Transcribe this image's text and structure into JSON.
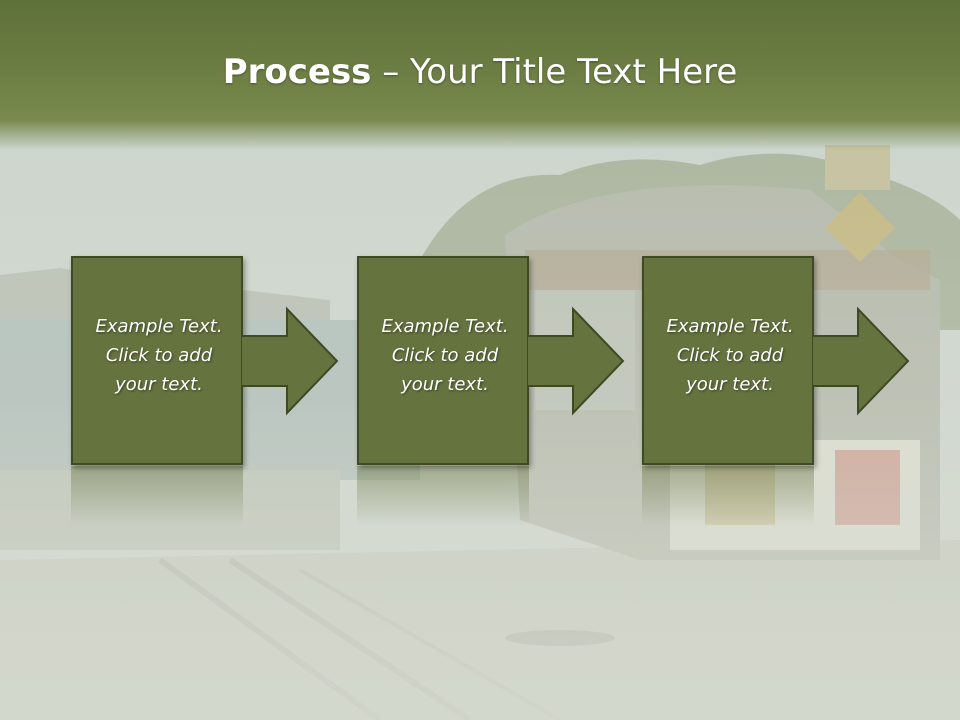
{
  "slide": {
    "title_bold": "Process",
    "title_rest": " – Your Title Text Here"
  },
  "steps": [
    {
      "line1": "Example Text.",
      "line2": "Click  to add",
      "line3": "your text."
    },
    {
      "line1": "Example Text.",
      "line2": "Click  to add",
      "line3": "your text."
    },
    {
      "line1": "Example Text.",
      "line2": "Click  to add",
      "line3": "your text."
    }
  ],
  "colors": {
    "title_bar": "#6b7d42",
    "box_fill": "#65733f",
    "box_border": "#3f4a24",
    "text": "#ffffff"
  }
}
